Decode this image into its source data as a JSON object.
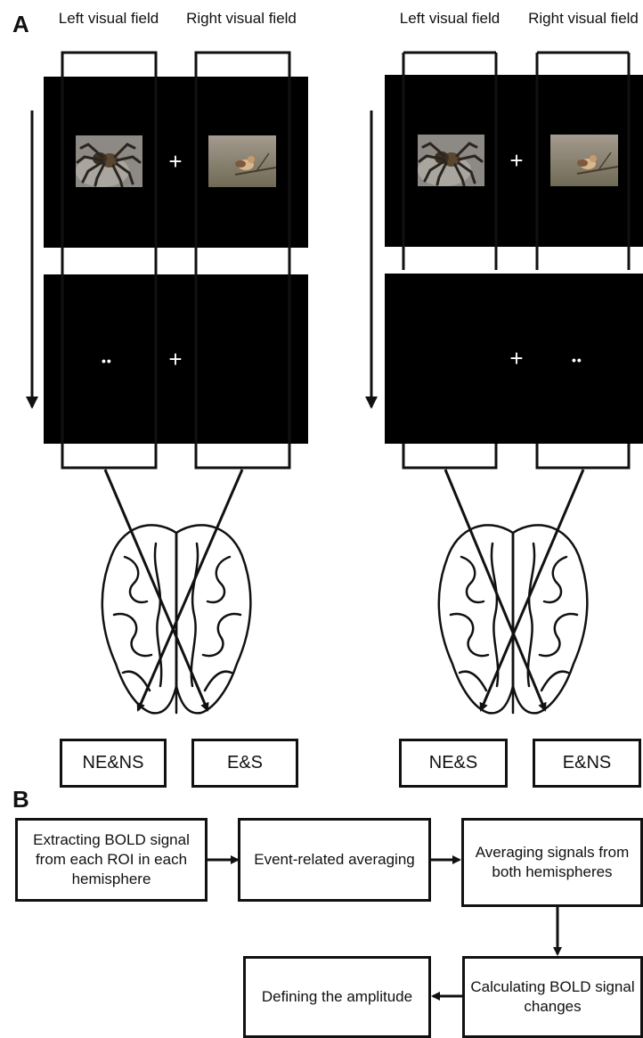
{
  "panel_a": {
    "letter": "A",
    "left_condition": {
      "left_field_label": "Left visual field",
      "right_field_label": "Right visual field",
      "fixation": "+",
      "target": "••",
      "left_result": "NE&NS",
      "right_result": "E&S"
    },
    "right_condition": {
      "left_field_label": "Left visual field",
      "right_field_label": "Right visual field",
      "fixation": "+",
      "target": "••",
      "left_result": "NE&S",
      "right_result": "E&NS"
    }
  },
  "panel_b": {
    "letter": "B",
    "steps": [
      "Extracting BOLD signal from each ROI in each hemisphere",
      "Event-related averaging",
      "Averaging signals from both hemispheres",
      "Calculating BOLD signal changes",
      "Defining the amplitude"
    ]
  }
}
